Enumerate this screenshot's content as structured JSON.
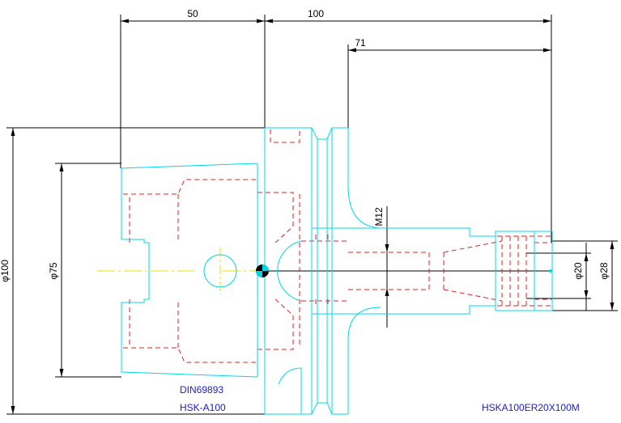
{
  "colors": {
    "background": "#ffffff",
    "outline": "#00d8e8",
    "hidden": "#e02020",
    "centerline": "#e8e000",
    "dimension": "#000000",
    "note": "#2020c8"
  },
  "dimensions": {
    "d50": "50",
    "d100": "100",
    "d71": "71",
    "dia100": "φ100",
    "dia75": "φ75",
    "m12": "M12",
    "dia20": "φ20",
    "dia28": "φ28"
  },
  "notes": {
    "standard": "DIN69893",
    "interface": "HSK-A100",
    "part_number": "HSKA100ER20X100M"
  }
}
